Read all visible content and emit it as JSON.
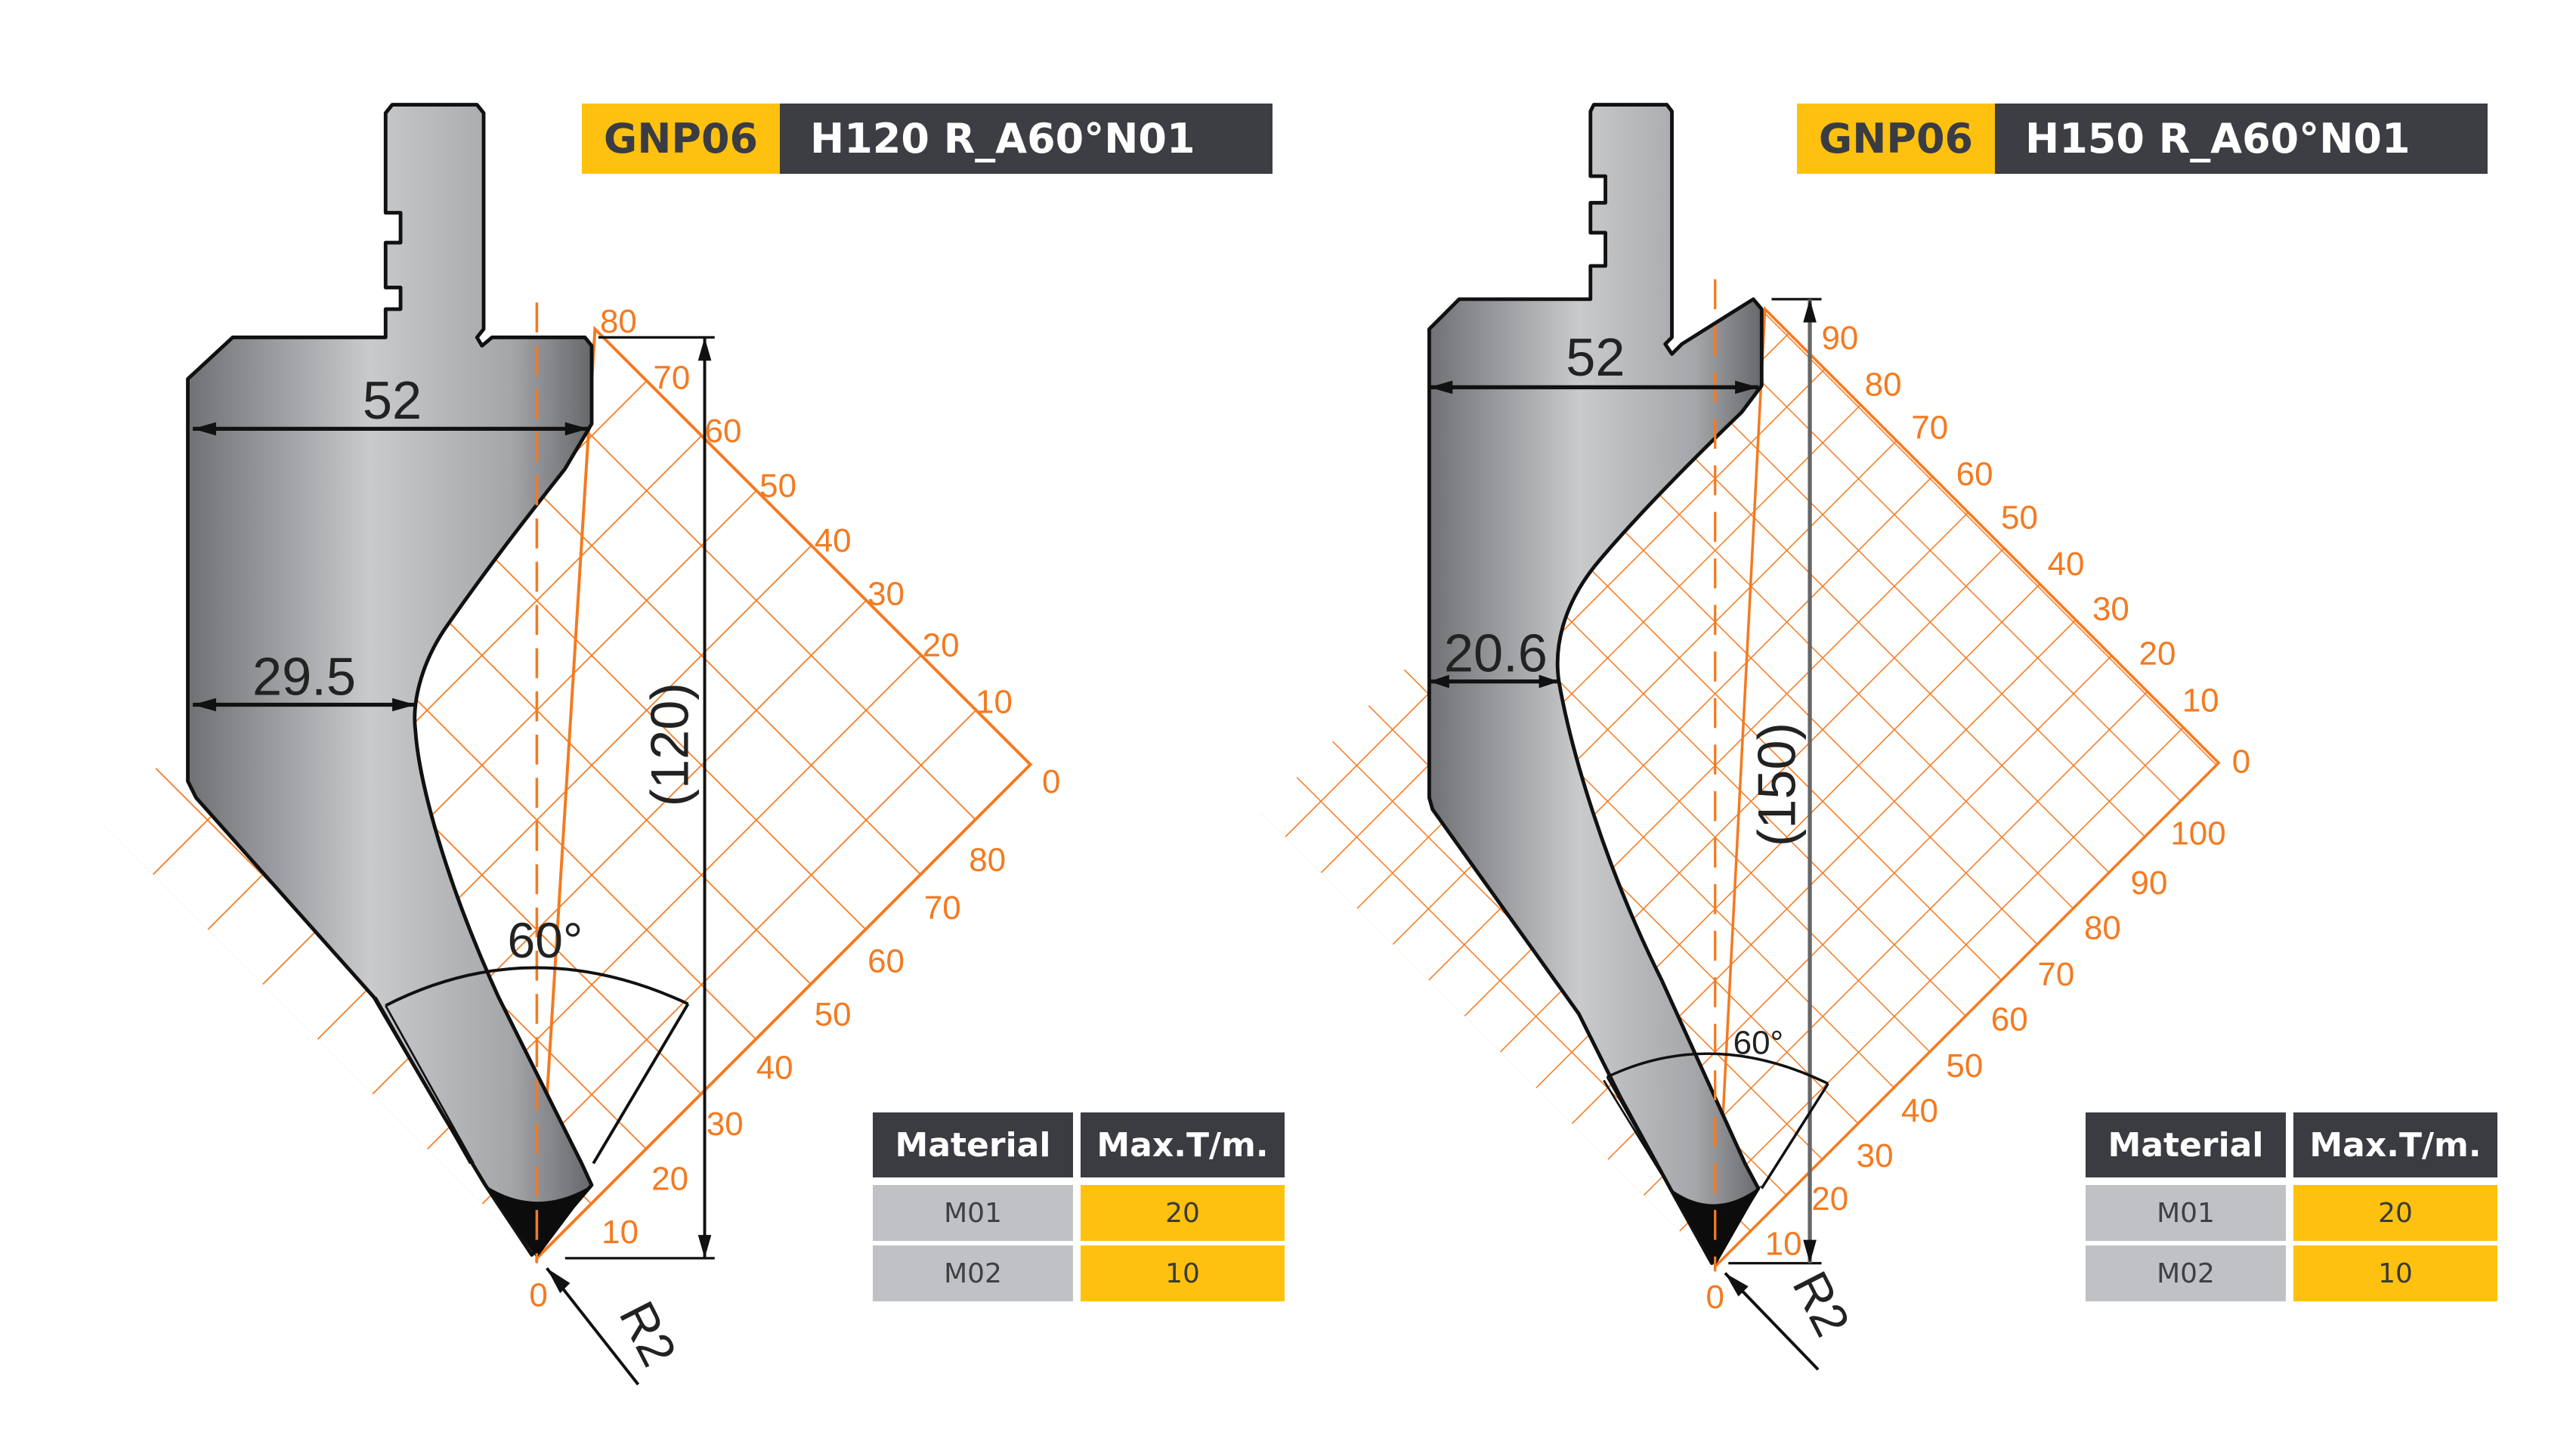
{
  "dies": [
    {
      "series_code": "GNP06",
      "model": "H120 R_A60°N01",
      "dimensions": {
        "width": "52",
        "neck_width": "29.5",
        "height": "(120)",
        "angle": "60°",
        "radius": "R2",
        "tip_zero": "0"
      },
      "grid_labels_upper": [
        "80",
        "70",
        "60",
        "50",
        "40",
        "30",
        "20",
        "10",
        "0"
      ],
      "grid_labels_lower": [
        "80",
        "70",
        "60",
        "50",
        "40",
        "30",
        "20",
        "10"
      ],
      "table": {
        "headers": [
          "Material",
          "Max.T/m."
        ],
        "rows": [
          {
            "material": "M01",
            "max": "20"
          },
          {
            "material": "M02",
            "max": "10"
          }
        ]
      }
    },
    {
      "series_code": "GNP06",
      "model": "H150 R_A60°N01",
      "dimensions": {
        "width": "52",
        "neck_width": "20.6",
        "height": "(150)",
        "angle": "60°",
        "radius": "R2",
        "tip_zero": "0"
      },
      "grid_labels_upper": [
        "90",
        "80",
        "70",
        "60",
        "50",
        "40",
        "30",
        "20",
        "10",
        "0"
      ],
      "grid_labels_lower": [
        "100",
        "90",
        "80",
        "70",
        "60",
        "50",
        "40",
        "30",
        "20",
        "10"
      ],
      "table": {
        "headers": [
          "Material",
          "Max.T/m."
        ],
        "rows": [
          {
            "material": "M01",
            "max": "20"
          },
          {
            "material": "M02",
            "max": "10"
          }
        ]
      }
    }
  ],
  "colors": {
    "accent_yellow": "#fec10f",
    "dark": "#3d3e43",
    "grid_orange": "#f47a20",
    "steel_gray": "#a9abae",
    "table_gray": "#bfc1c4"
  }
}
